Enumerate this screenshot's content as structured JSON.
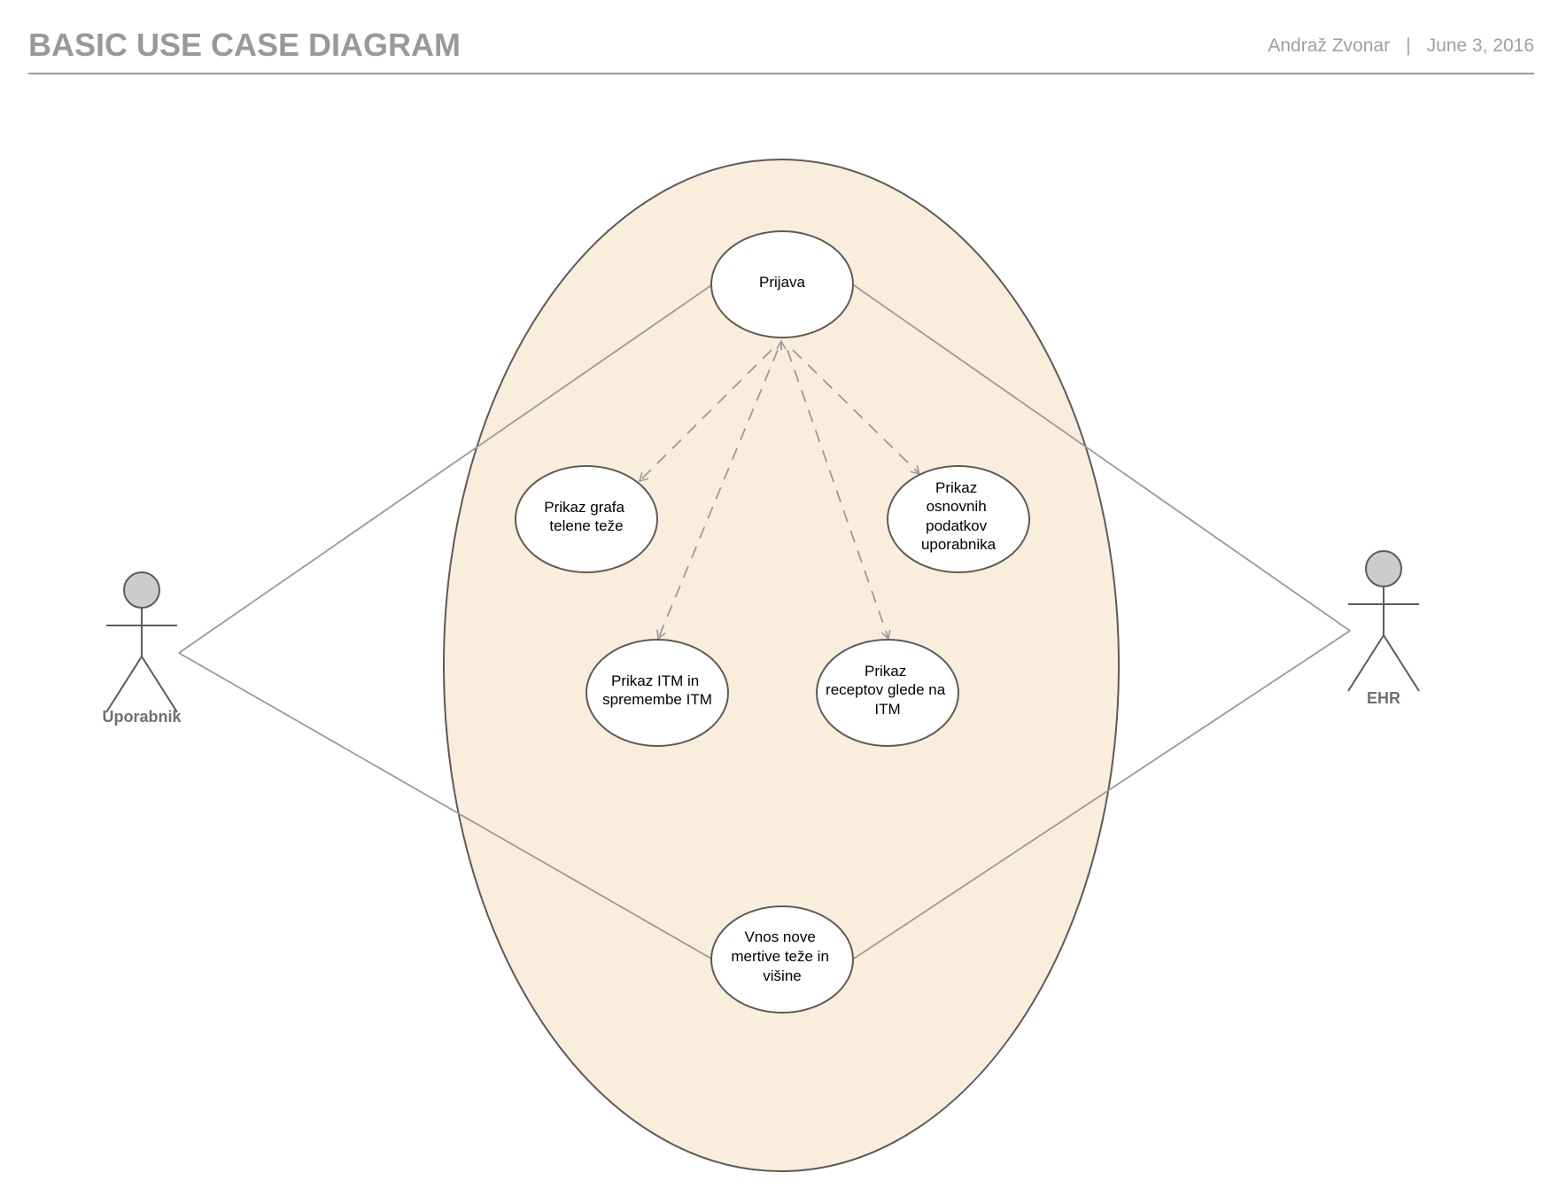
{
  "header": {
    "title": "BASIC USE CASE DIAGRAM",
    "author": "Andraž Zvonar",
    "separator": "|",
    "date": "June 3, 2016"
  },
  "colors": {
    "system_fill": "#f9eedc",
    "outline": "#5f5a58",
    "connector": "#9a9a9a",
    "actor_head": "#cccccc",
    "title_text": "#999999"
  },
  "diagram": {
    "actors": [
      {
        "id": "uporabnik",
        "label": "Uporabnik"
      },
      {
        "id": "ehr",
        "label": "EHR"
      }
    ],
    "use_cases": [
      {
        "id": "prijava",
        "lines": [
          "Prijava"
        ]
      },
      {
        "id": "graf",
        "lines": [
          "Prikaz grafa",
          "telene teže"
        ]
      },
      {
        "id": "osnovni",
        "lines": [
          "Prikaz",
          "osnovnih",
          "podatkov",
          "uporabnika"
        ]
      },
      {
        "id": "itm",
        "lines": [
          "Prikaz ITM in",
          "spremembe ITM"
        ]
      },
      {
        "id": "recepti",
        "lines": [
          "Prikaz",
          "receptov glede na",
          "ITM"
        ]
      },
      {
        "id": "vnos",
        "lines": [
          "Vnos nove",
          "mertive teže in",
          "višine"
        ]
      }
    ],
    "associations": [
      {
        "from": "uporabnik",
        "to": "prijava"
      },
      {
        "from": "uporabnik",
        "to": "vnos"
      },
      {
        "from": "ehr",
        "to": "prijava"
      },
      {
        "from": "ehr",
        "to": "vnos"
      }
    ],
    "dependencies": [
      {
        "from": "prijava",
        "to": "graf",
        "style": "dashed-arrow"
      },
      {
        "from": "prijava",
        "to": "itm",
        "style": "dashed-arrow"
      },
      {
        "from": "prijava",
        "to": "recepti",
        "style": "dashed-arrow"
      },
      {
        "from": "prijava",
        "to": "osnovni",
        "style": "dashed-arrow"
      }
    ]
  }
}
